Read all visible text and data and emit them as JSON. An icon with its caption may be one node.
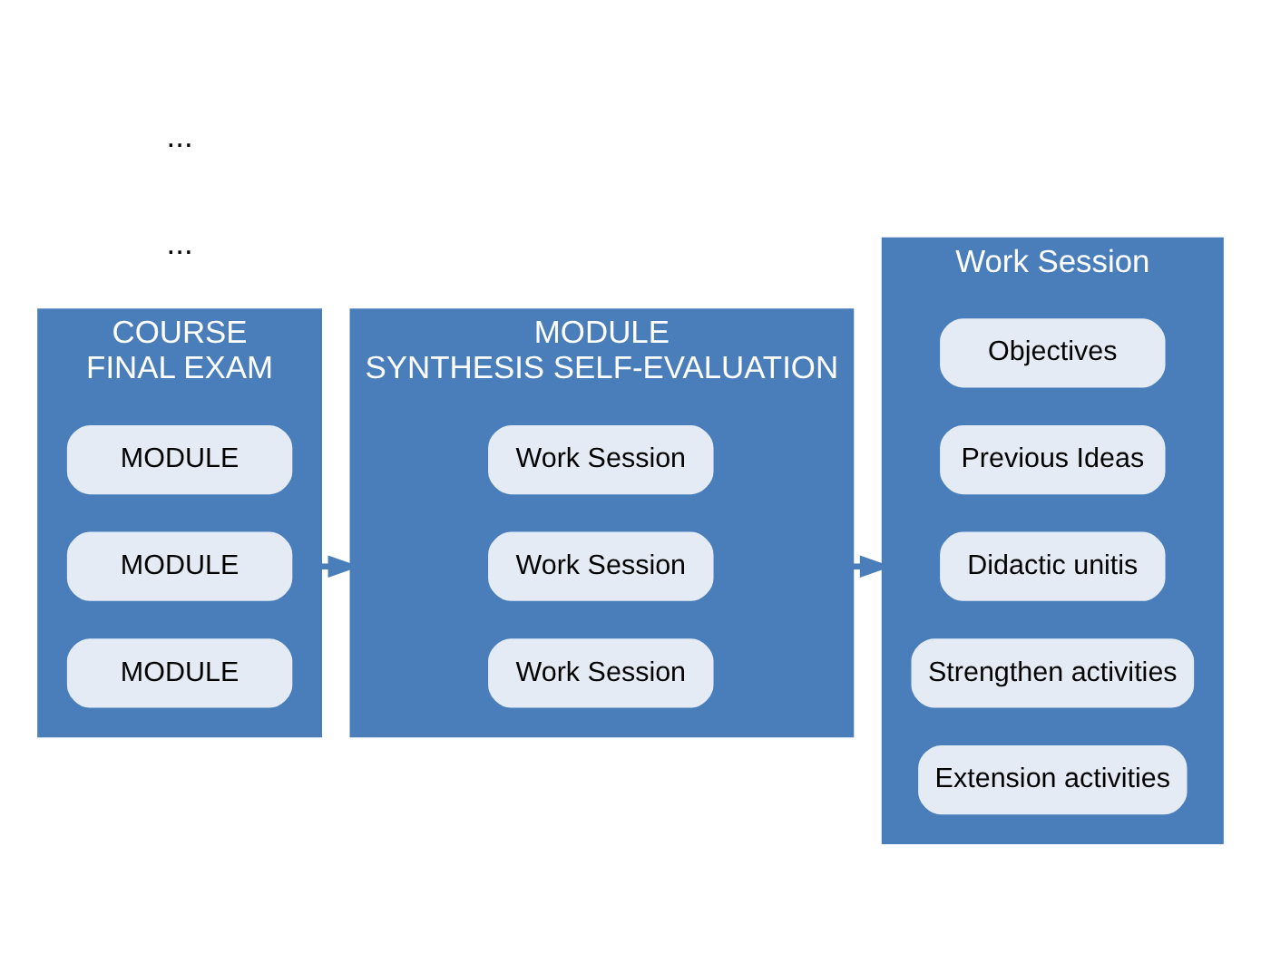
{
  "diagram": {
    "nodes": [
      {
        "text": [
          "COURSE",
          "FINAL EXAM"
        ]
      },
      {
        "text": [
          "MODULE"
        ],
        "in": 0
      },
      {
        "text": [
          "MODULE"
        ],
        "in": 0
      },
      {
        "text": [
          "MODULE"
        ],
        "in": 0
      },
      {
        "text": [
          "MODULE",
          "SYNTHESIS SELF-EVALUATION"
        ]
      },
      {
        "text": [
          "Work Session"
        ],
        "in": 4
      },
      {
        "text": [
          "Work Session"
        ],
        "in": 4
      },
      {
        "text": [
          "Work Session"
        ],
        "in": 4
      },
      {
        "text": [
          "Work Session"
        ]
      },
      {
        "text": [
          "Objectives"
        ],
        "in": 8
      },
      {
        "text": [
          "Previous Ideas"
        ],
        "in": 8
      },
      {
        "text": [
          "Didactic unitis"
        ],
        "in": 8
      },
      {
        "text": [
          "Strengthen activities"
        ],
        "in": 8
      },
      {
        "text": [
          "Extension activities"
        ],
        "in": 8
      }
    ],
    "edges": [
      {
        "from": 0,
        "to": 4,
        "arrow": "to"
      },
      {
        "from": 4,
        "to": 8,
        "arrow": "to"
      }
    ],
    "labels": [
      "...",
      "..."
    ]
  }
}
